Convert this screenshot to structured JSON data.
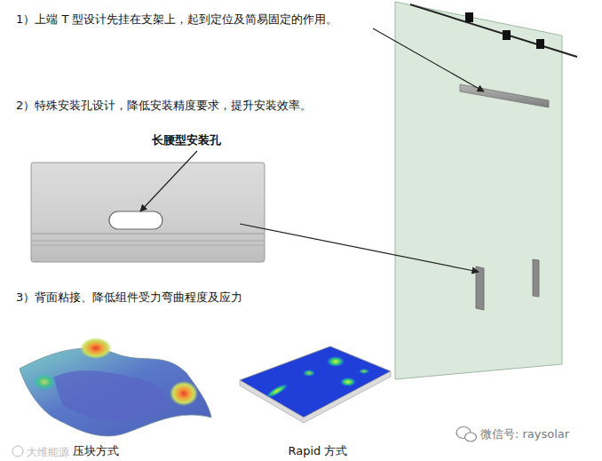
{
  "diagram": {
    "labels": [
      "1）上端 T 型设计先挂在支架上，起到定位及简易固定的作用。",
      "2）特殊安装孔设计，降低安装精度要求，提升安装效率。",
      "长腰型安装孔",
      "3）背面粘接、降低组件受力弯曲程度及应力",
      "大维能源",
      "压块方式",
      "Rapid 方式",
      "微信号: raysolar"
    ]
  }
}
